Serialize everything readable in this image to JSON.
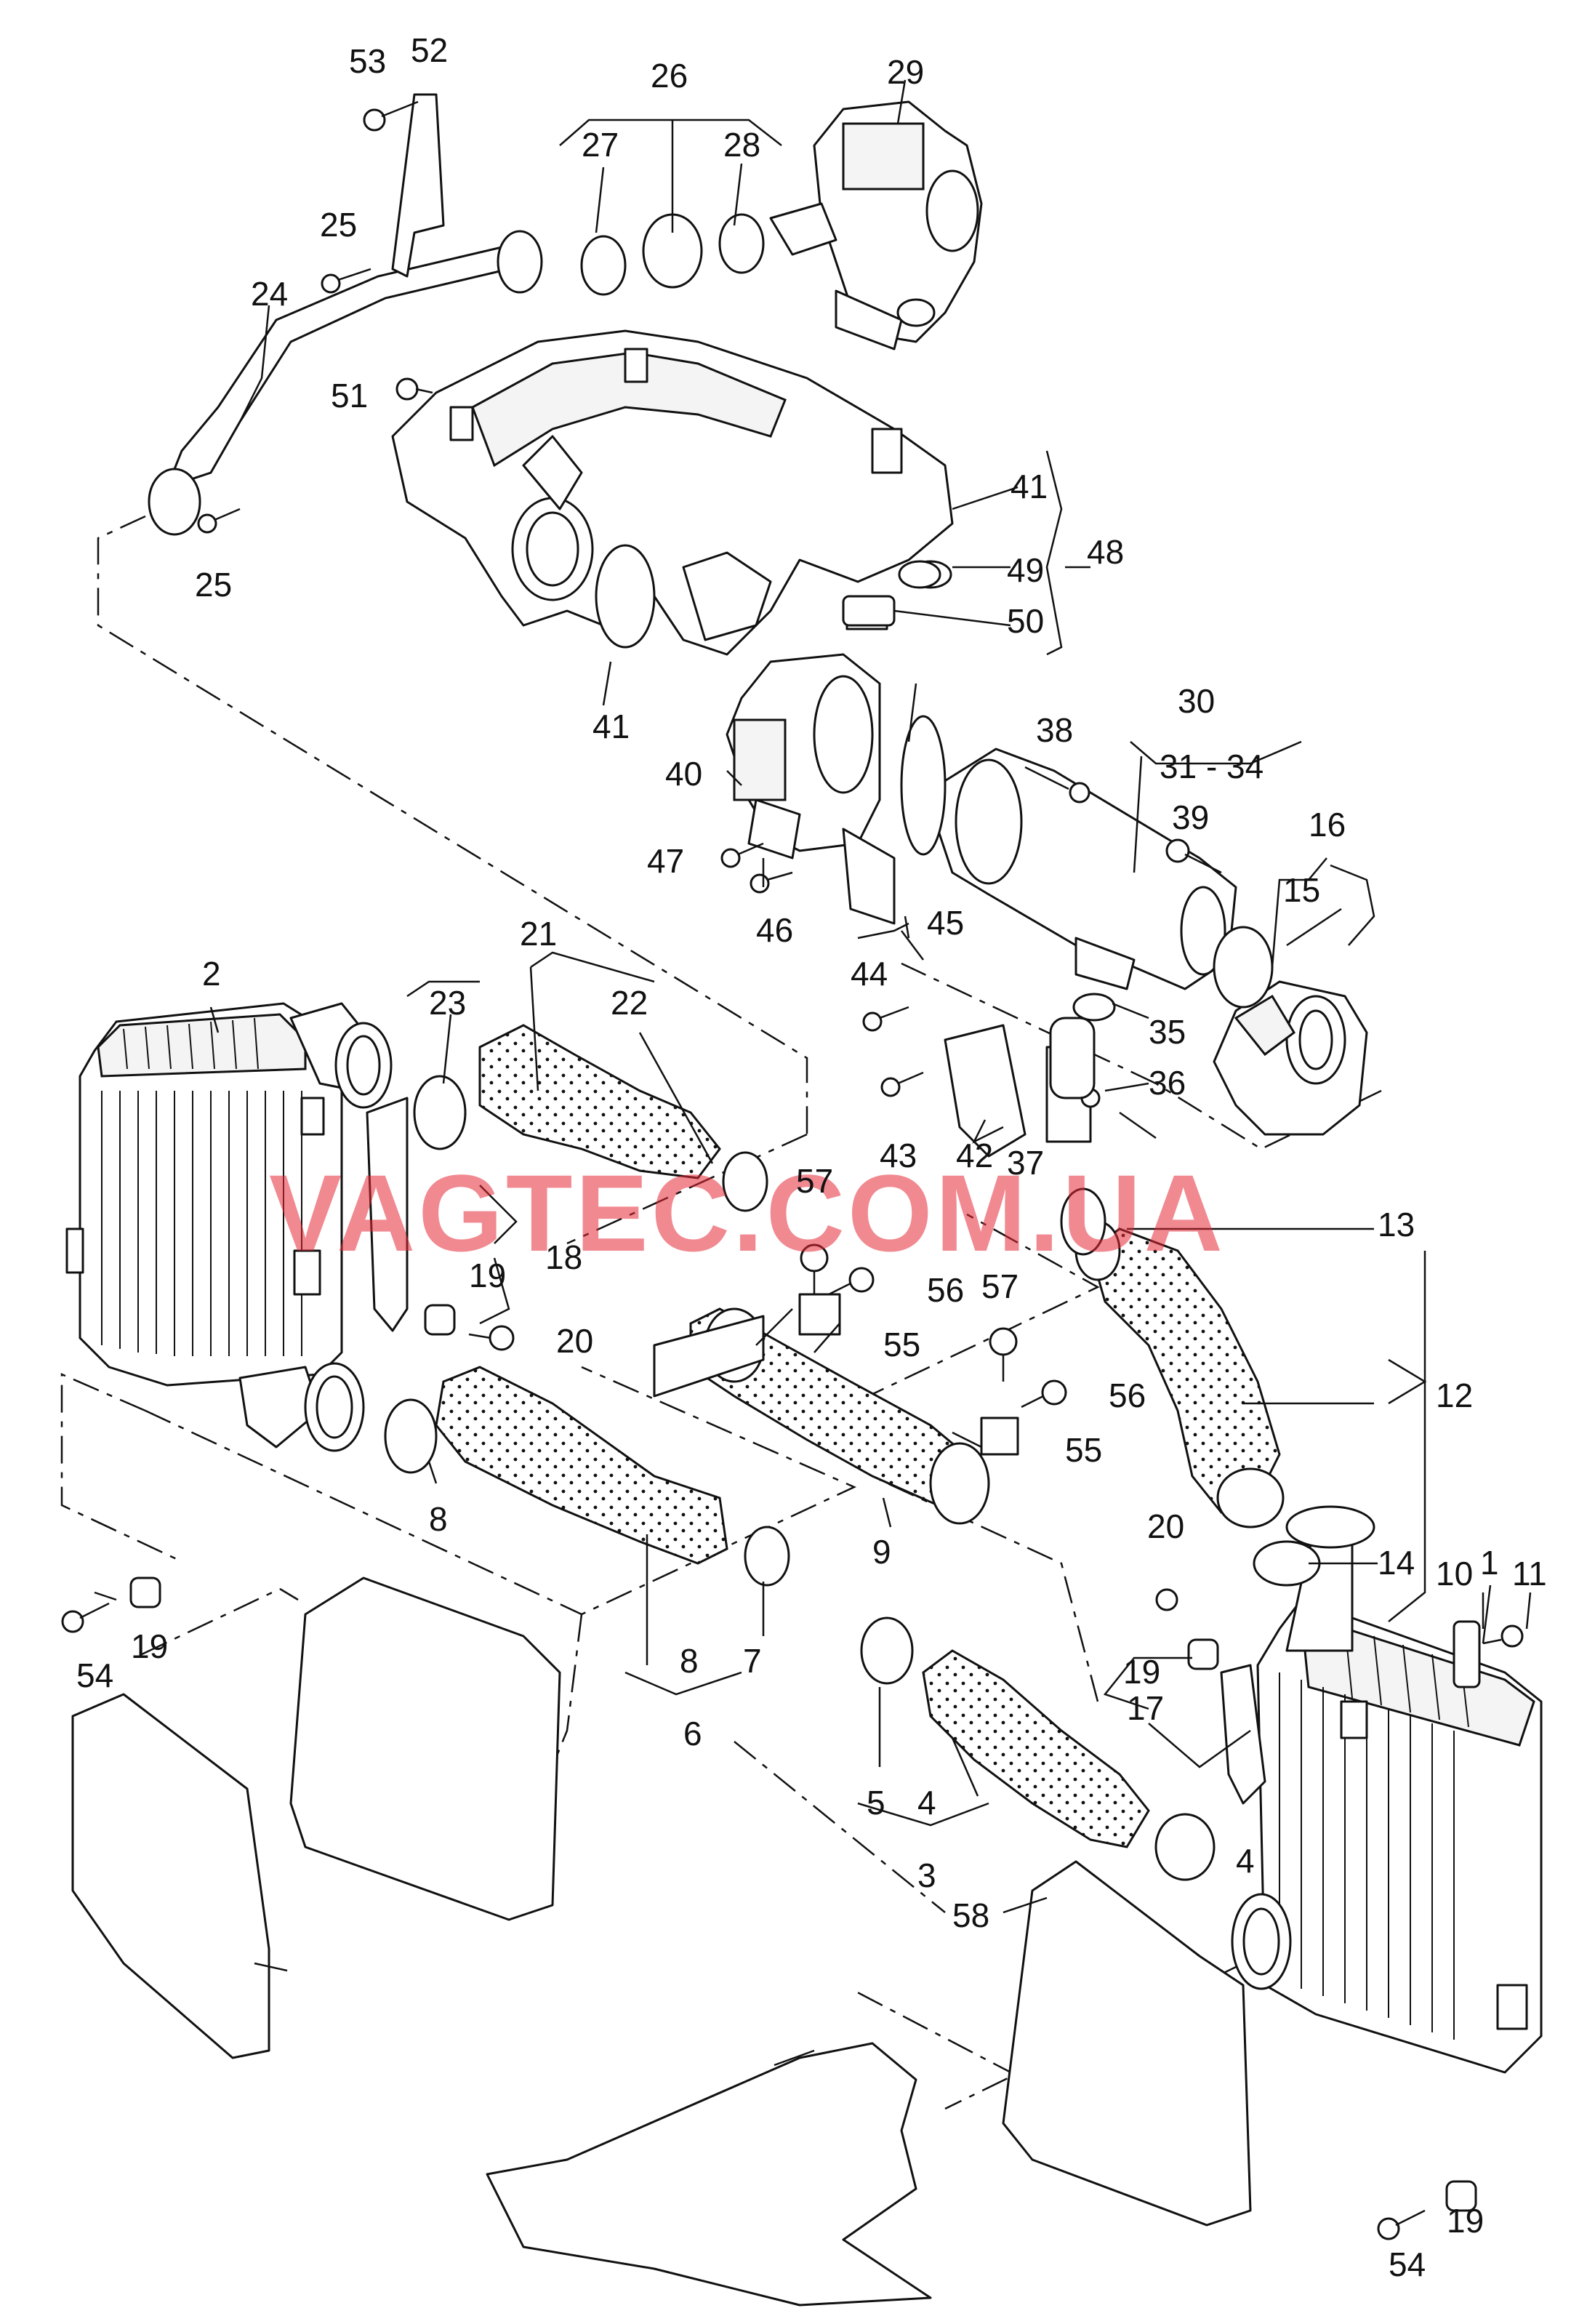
{
  "watermark": "VAGTEC.COM.UA",
  "watermark_color": "#e62837",
  "callouts": [
    "1",
    "2",
    "3",
    "4",
    "5",
    "6",
    "7",
    "8",
    "9",
    "10",
    "11",
    "12",
    "13",
    "14",
    "15",
    "16",
    "17",
    "18",
    "19",
    "20",
    "21",
    "22",
    "23",
    "24",
    "25",
    "26",
    "27",
    "28",
    "29",
    "30",
    "31 - 34",
    "35",
    "36",
    "37",
    "38",
    "39",
    "40",
    "41",
    "42",
    "43",
    "44",
    "45",
    "46",
    "47",
    "48",
    "49",
    "50",
    "51",
    "52",
    "53",
    "54",
    "55",
    "56",
    "57",
    "58"
  ]
}
